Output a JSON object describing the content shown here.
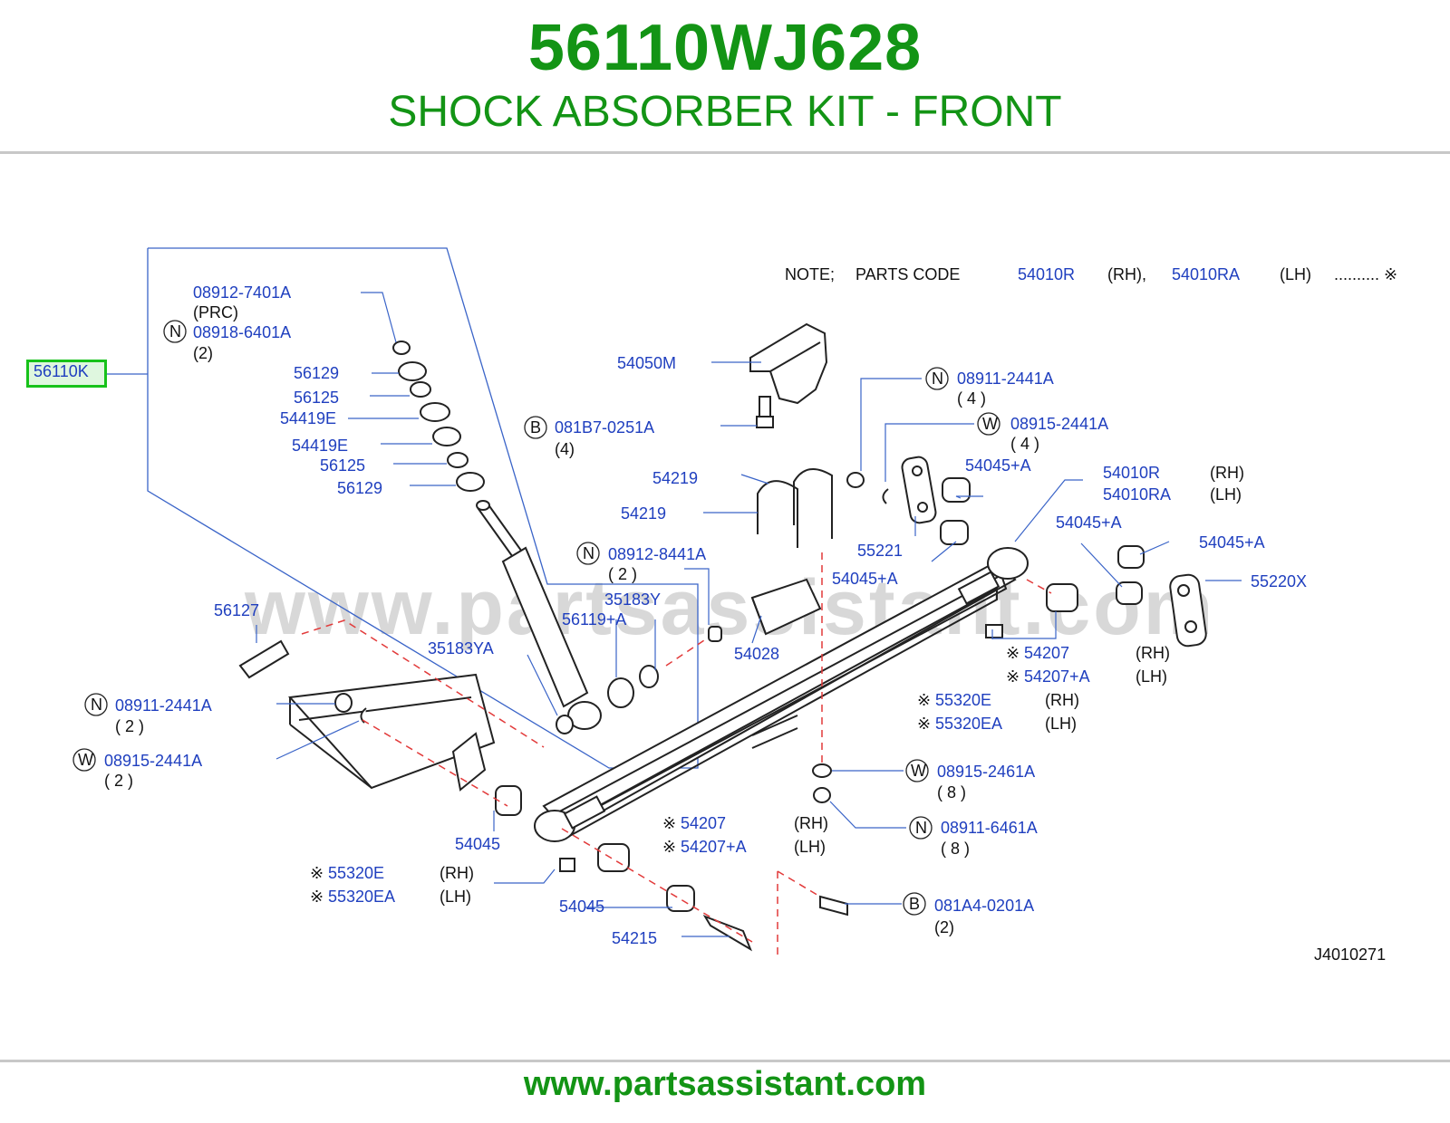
{
  "header": {
    "part_number": "56110WJ628",
    "description": "SHOCK ABSORBER KIT - FRONT"
  },
  "footer": {
    "website": "www.partsassistant.com"
  },
  "diagram": {
    "watermark": "www.partsassistant.com",
    "drawing_code": "J4010271",
    "note": {
      "prefix": "NOTE;",
      "parts_code_label": "PARTS CODE",
      "code_rh": "54010R",
      "rh": "(RH),",
      "code_lh": "54010RA",
      "lh": "(LH)",
      "marker": ".......... ※"
    },
    "kit_label": "56110K",
    "labels": {
      "p089127401a": "08912-7401A",
      "prc": "(PRC)",
      "p089186401a": "08918-6401A",
      "q2a": "(2)",
      "p56129a": "56129",
      "p56125a": "56125",
      "p54419ea": "54419E",
      "p54419eb": "54419E",
      "p56125b": "56125",
      "p56129b": "56129",
      "p54050m": "54050M",
      "p081b70251a": "081B7-0251A",
      "q4a": "(4)",
      "p089112441a_top": "08911-2441A",
      "q4b": "( 4 )",
      "p089152441a_top": "08915-2441A",
      "q4c": "( 4 )",
      "p54045a_1": "54045+A",
      "p54010r": "54010R",
      "rh1": "(RH)",
      "p54010ra": "54010RA",
      "lh1": "(LH)",
      "p54219a": "54219",
      "p54219b": "54219",
      "p55221": "55221",
      "p54045a_2": "54045+A",
      "p54045a_3": "54045+A",
      "p54045a_4": "54045+A",
      "p55220x": "55220X",
      "p089128441a": "08912-8441A",
      "q2b": "( 2 )",
      "p35183y": "35183Y",
      "p56119a": "56119+A",
      "p35183ya": "35183YA",
      "p54028": "54028",
      "p56127": "56127",
      "p54207_r": "54207",
      "rh2": "(RH)",
      "p54207a_r": "54207+A",
      "lh2": "(LH)",
      "p55320e_r": "55320E",
      "rh3": "(RH)",
      "p55320ea_r": "55320EA",
      "lh3": "(LH)",
      "p089112441a_l": "08911-2441A",
      "q2c": "( 2 )",
      "p089152441a_l": "08915-2441A",
      "q2d": "( 2 )",
      "p089152461a": "08915-2461A",
      "q8a": "( 8 )",
      "p54045_a": "54045",
      "p54207_b": "54207",
      "rh4": "(RH)",
      "p54207a_b": "54207+A",
      "lh4": "(LH)",
      "p089116461a": "08911-6461A",
      "q8b": "( 8 )",
      "p55320e_l": "55320E",
      "rh5": "(RH)",
      "p55320ea_l": "55320EA",
      "lh5": "(LH)",
      "p54045_b": "54045",
      "p081a40201a": "081A4-0201A",
      "q2e": "(2)",
      "p54215": "54215",
      "mark": "※",
      "badge_n": "N",
      "badge_w": "W",
      "badge_b": "B"
    }
  }
}
